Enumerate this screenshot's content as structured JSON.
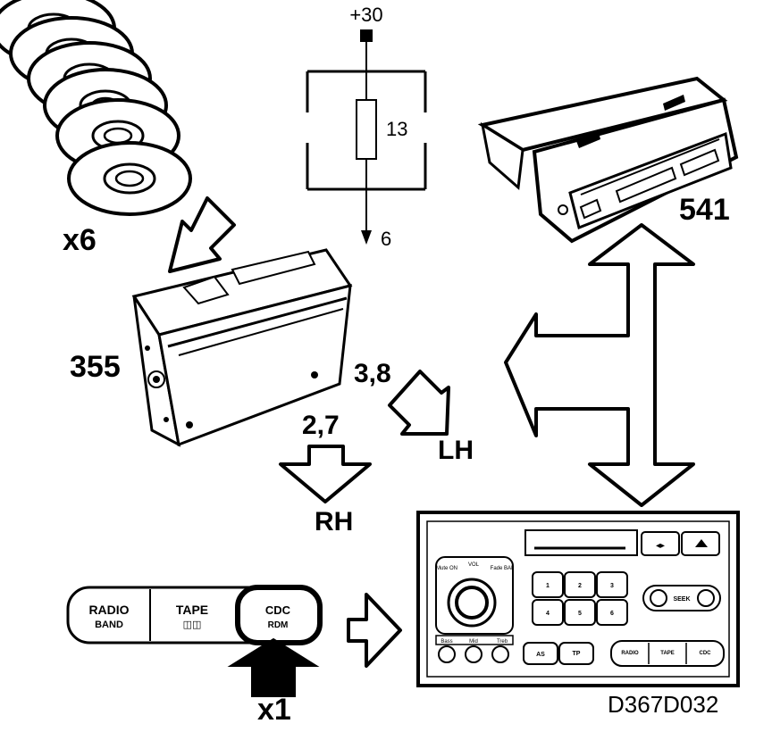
{
  "labels": {
    "plus30": "+30",
    "fuse_num": "13",
    "out6": "6",
    "x6": "x6",
    "x1": "x1",
    "n355": "355",
    "n541": "541",
    "pins_lh": "3,8",
    "pins_rh": "2,7",
    "lh": "LH",
    "rh": "RH",
    "code": "D367D032"
  },
  "small_buttons": [
    {
      "line1": "RADIO",
      "line2": "BAND"
    },
    {
      "line1": "TAPE",
      "line2": "◫◫"
    },
    {
      "line1": "CDC",
      "line2": "RDM"
    }
  ],
  "head_unit": {
    "knob_top": [
      "Mute ON",
      "VOL",
      "Fade BAL"
    ],
    "knob_bottom": [
      "Bass",
      "Mid",
      "Treb"
    ],
    "presets": [
      "1",
      "2",
      "3",
      "4",
      "5",
      "6"
    ],
    "seek": "SEEK",
    "as": "AS",
    "tp": "TP",
    "radio": "RADIO",
    "tape": "TAPE",
    "cdc": "CDC"
  }
}
